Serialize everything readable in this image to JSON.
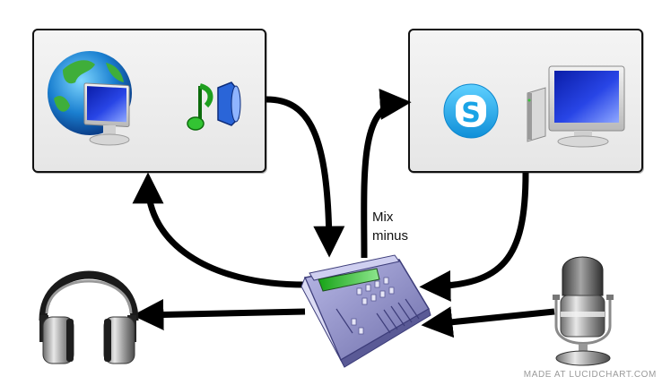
{
  "diagram": {
    "nodes": [
      {
        "id": "computer-left",
        "icons": [
          "globe-monitor-icon",
          "music-speaker-icon"
        ],
        "description": "Computer playing audio"
      },
      {
        "id": "computer-right",
        "icons": [
          "skype-icon",
          "desktop-computer-icon"
        ],
        "description": "Computer running Skype"
      },
      {
        "id": "mixer",
        "icons": [
          "audio-mixer-icon"
        ],
        "description": "Audio mixer"
      },
      {
        "id": "headphones",
        "icons": [
          "headphones-icon"
        ],
        "description": "Headphones"
      },
      {
        "id": "microphone",
        "icons": [
          "microphone-icon"
        ],
        "description": "Microphone"
      }
    ],
    "edges": [
      {
        "from": "computer-left",
        "to": "mixer",
        "label": ""
      },
      {
        "from": "mixer",
        "to": "computer-left",
        "label": ""
      },
      {
        "from": "mixer",
        "to": "computer-right",
        "label": "Mix minus"
      },
      {
        "from": "computer-right",
        "to": "mixer",
        "label": ""
      },
      {
        "from": "microphone",
        "to": "mixer",
        "label": ""
      },
      {
        "from": "mixer",
        "to": "headphones",
        "label": ""
      }
    ],
    "mix_label_line1": "Mix",
    "mix_label_line2": "minus"
  },
  "colors": {
    "arrow": "#000000",
    "box_border": "#111111",
    "mixer_screen": "#22b022",
    "mixer_body": "#8c8cc8",
    "skype": "#1ba7e8",
    "music_note": "#2fbf2f",
    "monitor_screen": "#1530c0"
  },
  "watermark": "MADE AT LUCIDCHART.COM"
}
